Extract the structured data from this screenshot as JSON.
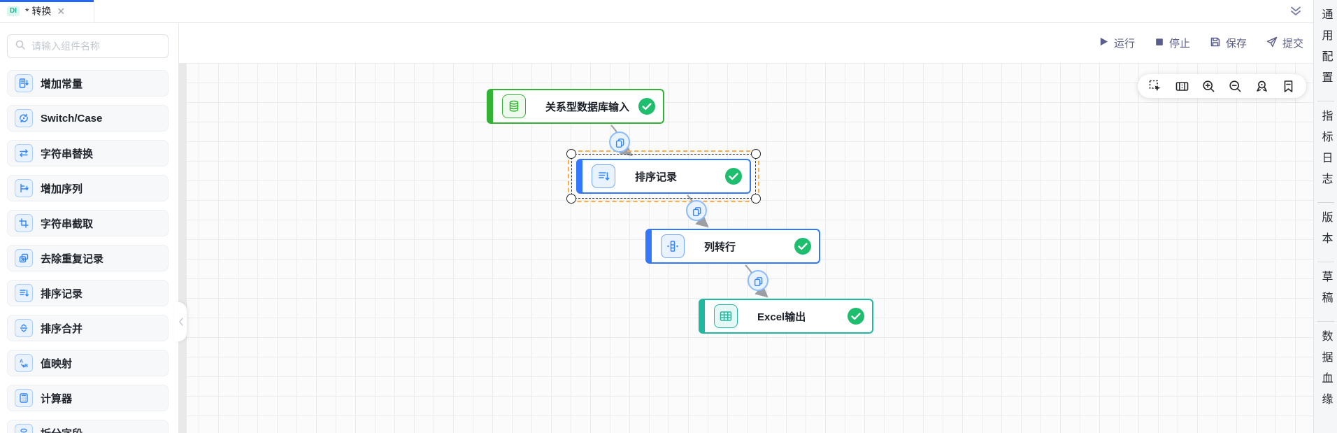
{
  "tab_bar": {
    "tab": {
      "badge": "DI",
      "title": "* 转换",
      "close_icon": "close-icon"
    },
    "collapse_panels_icon": "double-chevron-down-icon"
  },
  "toolbar": {
    "run_label": "运行",
    "stop_label": "停止",
    "save_label": "保存",
    "submit_label": "提交"
  },
  "sidebar": {
    "search_placeholder": "请输入组件名称",
    "items": [
      {
        "label": "增加常量",
        "icon": "add-constant-icon"
      },
      {
        "label": "Switch/Case",
        "icon": "switch-case-icon"
      },
      {
        "label": "字符串替换",
        "icon": "string-replace-icon"
      },
      {
        "label": "增加序列",
        "icon": "add-sequence-icon"
      },
      {
        "label": "字符串截取",
        "icon": "string-truncate-icon"
      },
      {
        "label": "去除重复记录",
        "icon": "remove-duplicates-icon"
      },
      {
        "label": "排序记录",
        "icon": "sort-records-icon"
      },
      {
        "label": "排序合并",
        "icon": "sorted-merge-icon"
      },
      {
        "label": "值映射",
        "icon": "value-mapping-icon"
      },
      {
        "label": "计算器",
        "icon": "calculator-icon"
      },
      {
        "label": "拆分字段",
        "icon": "split-fields-icon"
      }
    ]
  },
  "canvas": {
    "nodes": [
      {
        "label": "关系型数据库输入",
        "icon": "database-icon",
        "status_icon": "success-check-icon",
        "accent": "#33b333",
        "selected": false
      },
      {
        "label": "排序记录",
        "icon": "sort-records-icon",
        "status_icon": "success-check-icon",
        "accent": "#3377ff",
        "selected": true
      },
      {
        "label": "列转行",
        "icon": "column-to-row-icon",
        "status_icon": "success-check-icon",
        "accent": "#3377ff",
        "selected": false
      },
      {
        "label": "Excel输出",
        "icon": "excel-table-icon",
        "status_icon": "success-check-icon",
        "accent": "#21b8a0",
        "selected": false
      }
    ],
    "edges": [
      {
        "from": "关系型数据库输入",
        "to": "排序记录",
        "badge_icon": "copy-icon"
      },
      {
        "from": "排序记录",
        "to": "列转行",
        "badge_icon": "copy-icon"
      },
      {
        "from": "列转行",
        "to": "Excel输出",
        "badge_icon": "copy-icon"
      }
    ],
    "toolbar_icons": [
      "marquee-select-icon",
      "minimap-icon",
      "zoom-in-icon",
      "zoom-out-icon",
      "locate-icon",
      "bookmark-icon"
    ]
  },
  "right_panel": {
    "items": [
      "通用配置",
      "指标日志",
      "版本",
      "草稿",
      "数据血缘"
    ]
  },
  "colors": {
    "primary": "#2468f2",
    "node_green": "#33b333",
    "node_blue": "#3377ff",
    "node_teal": "#21b8a0",
    "success_check": "#1fbe6e",
    "selection_dash": "#ffab4a",
    "edge_line": "#9b9fa4",
    "badge_bg": "#d9f7ee",
    "badge_text": "#1cb394",
    "toolbar_icon": "#5a5e8a"
  }
}
